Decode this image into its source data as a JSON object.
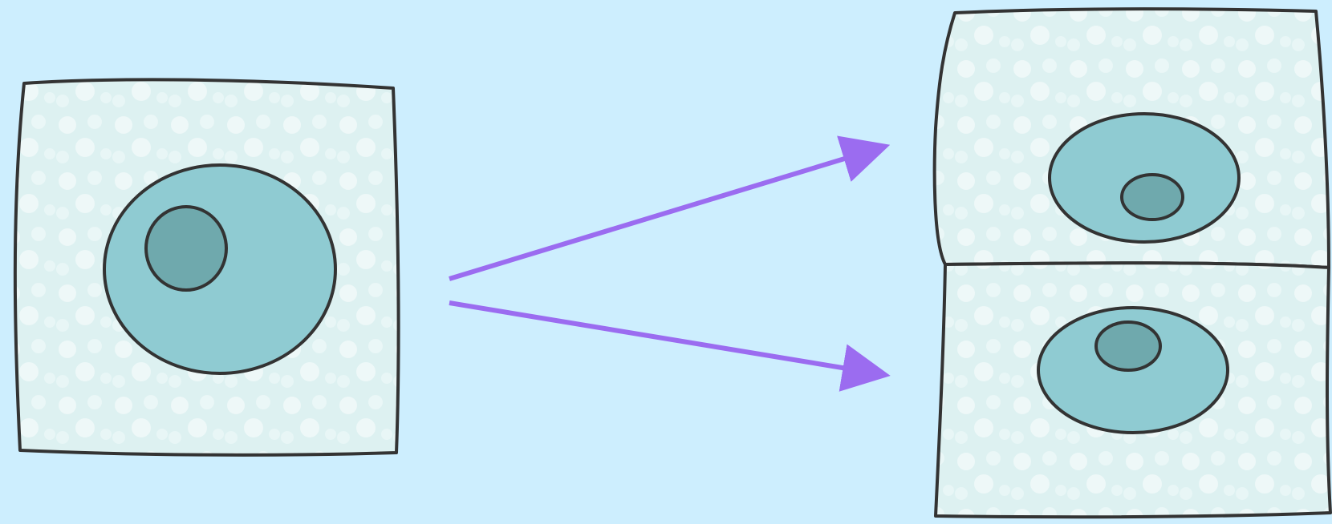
{
  "colors": {
    "background": "#cdeefe",
    "cytoplasm": "#ddf1f1",
    "cytoplasm_speckle": "#eef8f8",
    "nucleus": "#8fcbd2",
    "nucleolus": "#6fa9ad",
    "outline": "#333333",
    "arrow": "#9b6cf0"
  },
  "diagram": {
    "parent_cell_count": 1,
    "daughter_cell_count": 2,
    "arrow_count": 2
  }
}
